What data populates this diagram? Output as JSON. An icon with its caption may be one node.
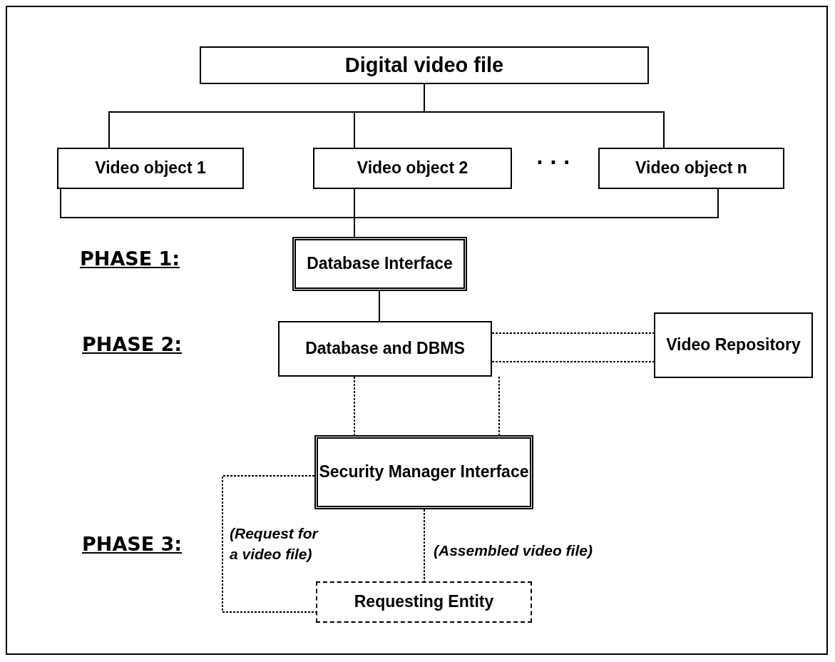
{
  "diagram": {
    "nodes": [
      {
        "text": [
          "Digital video file"
        ]
      },
      {
        "text": [
          "Video object 1"
        ]
      },
      {
        "text": [
          "Video object 2"
        ]
      },
      {
        "text": [
          "Video object n"
        ]
      },
      {
        "text": [
          "Database Interface"
        ]
      },
      {
        "text": [
          "Database and DBMS"
        ]
      },
      {
        "text": [
          "Video Repository"
        ]
      },
      {
        "text": [
          "Security Manager Interface"
        ]
      },
      {
        "text": [
          "Requesting Entity"
        ]
      }
    ],
    "edges": [
      {
        "from": 0,
        "to": 1,
        "arrow": "none"
      },
      {
        "from": 0,
        "to": 2,
        "arrow": "none"
      },
      {
        "from": 0,
        "to": 3,
        "arrow": "none"
      },
      {
        "from": 1,
        "to": 4,
        "arrow": "none"
      },
      {
        "from": 2,
        "to": 4,
        "arrow": "none"
      },
      {
        "from": 3,
        "to": 4,
        "arrow": "none"
      },
      {
        "from": 4,
        "to": 5,
        "arrow": "none"
      },
      {
        "from": 5,
        "to": 6,
        "arrow": "none",
        "style": "dashed"
      },
      {
        "from": 5,
        "to": 6,
        "arrow": "none",
        "style": "dashed"
      },
      {
        "from": 5,
        "to": 7,
        "arrow": "none",
        "style": "dashed"
      },
      {
        "from": 5,
        "to": 7,
        "arrow": "none",
        "style": "dashed"
      },
      {
        "from": 7,
        "to": 8,
        "arrow": "none",
        "style": "dashed",
        "label": "(Request for a video file)"
      },
      {
        "from": 7,
        "to": 8,
        "arrow": "none",
        "style": "dashed",
        "label": "(Assembled video file)"
      }
    ],
    "labels": [
      "· · ·",
      "PHASE 1:",
      "PHASE 2:",
      "PHASE 3:"
    ]
  }
}
